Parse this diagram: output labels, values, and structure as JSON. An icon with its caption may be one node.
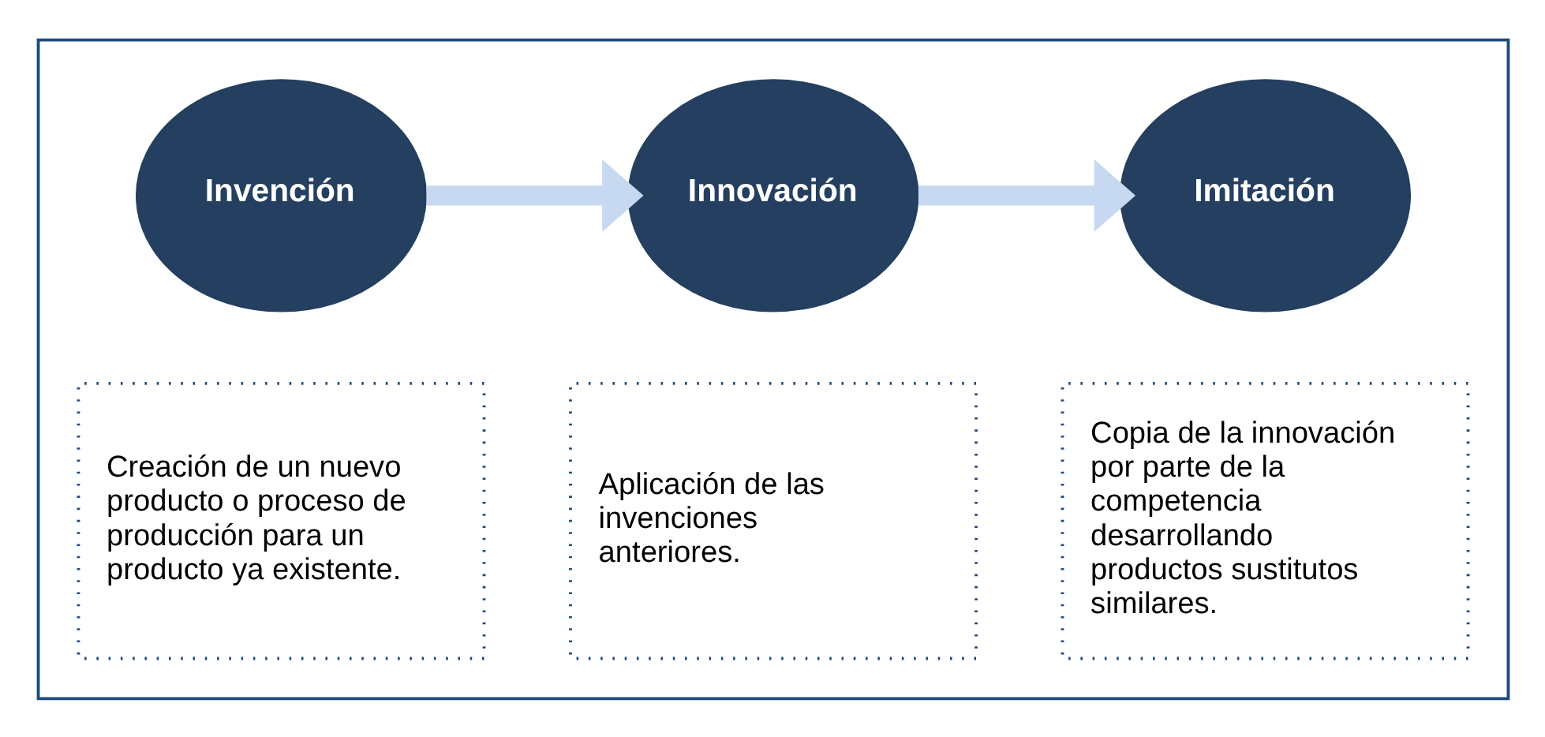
{
  "diagram": {
    "nodes": [
      {
        "text": [],
        "shape": "box"
      },
      {
        "text": [
          "Invención"
        ],
        "in": 0
      },
      {
        "text": [
          "Innovación"
        ],
        "in": 0
      },
      {
        "text": [
          "Imitación"
        ],
        "in": 0
      },
      {
        "text": [
          "Creación de un nuevo producto o proceso de producción para un producto ya existente."
        ],
        "in": 0
      },
      {
        "text": [
          "Aplicación de las invenciones anteriores."
        ],
        "in": 0
      },
      {
        "text": [
          "Copia de la innovación por parte de la competencia desarrollando productos sustitutos similares."
        ],
        "in": 0
      }
    ],
    "edges": [
      {
        "from": 1,
        "to": 2,
        "arrow": "to"
      },
      {
        "from": 2,
        "to": 3,
        "arrow": "to"
      }
    ]
  }
}
